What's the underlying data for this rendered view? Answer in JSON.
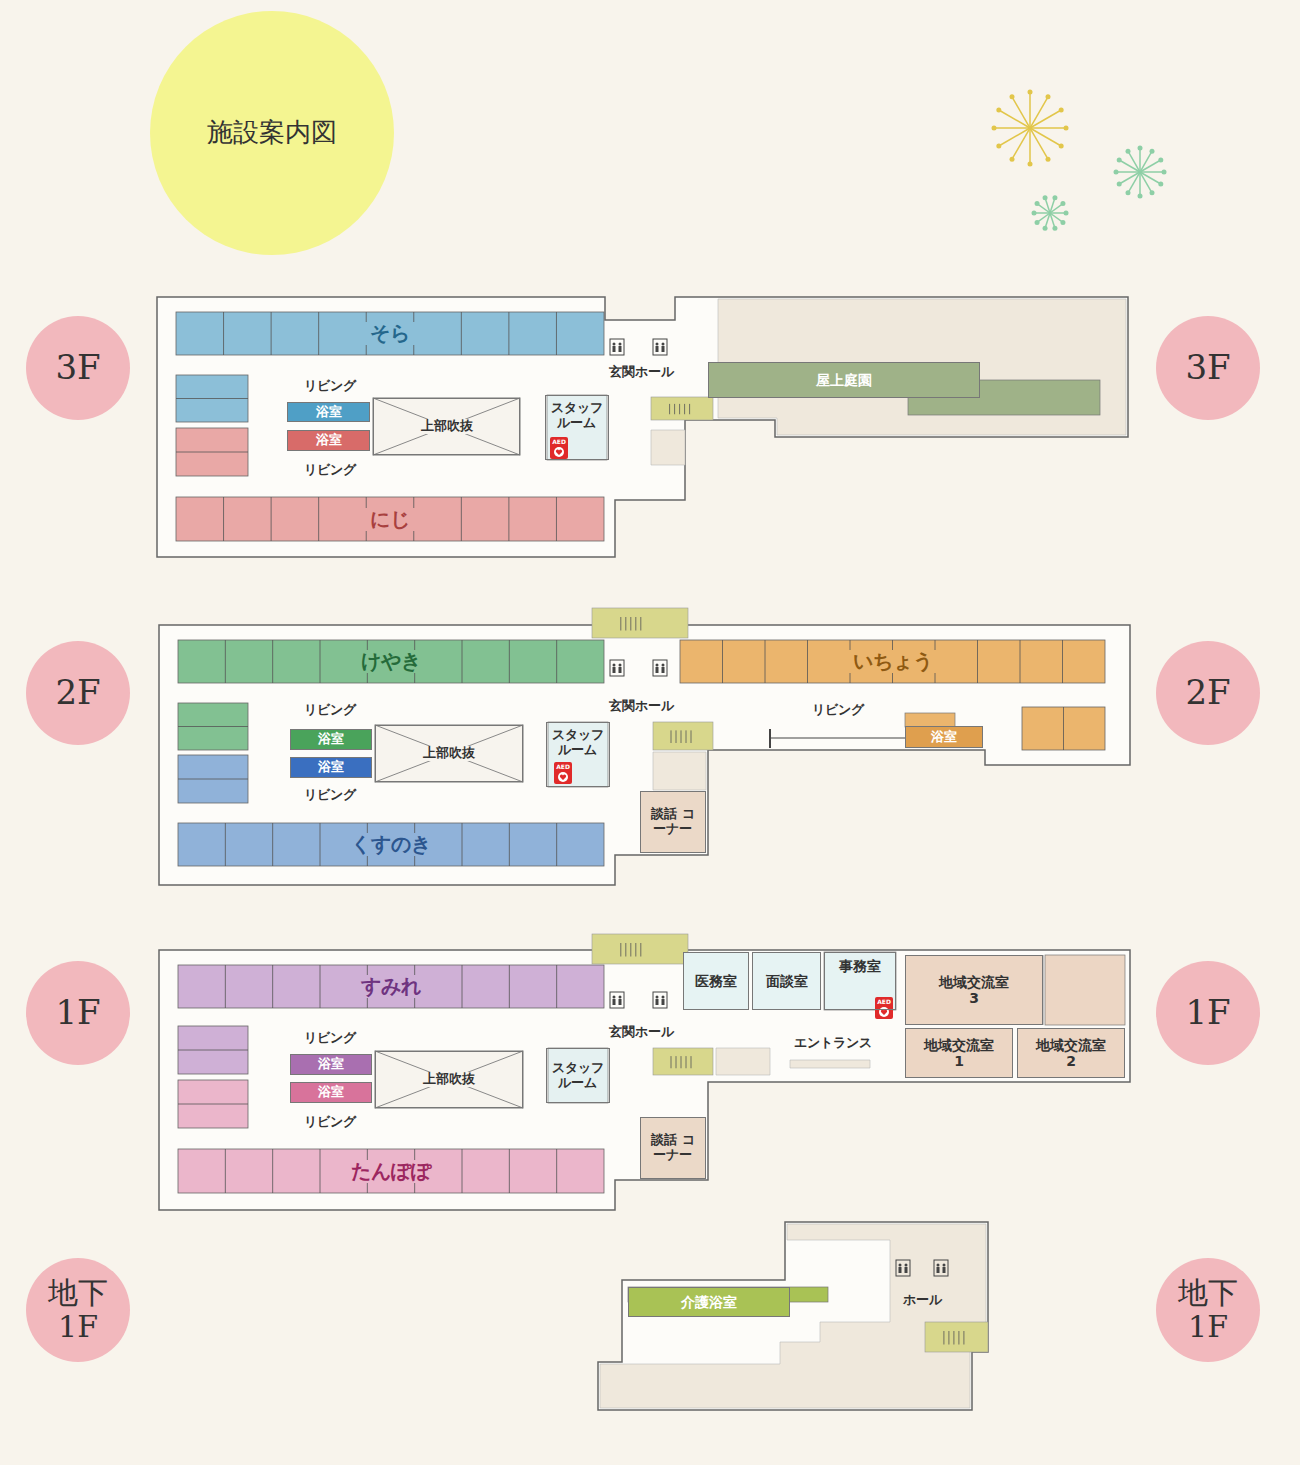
{
  "diagram": {
    "title": "施設案内図",
    "nodes": [
      {
        "text": [
          "施設案内図"
        ]
      },
      {
        "text": [
          "3F"
        ]
      },
      {
        "text": [
          "3F"
        ]
      },
      {
        "text": [
          "そら"
        ]
      },
      {
        "text": [
          "浴室"
        ]
      },
      {
        "text": [
          "浴室"
        ]
      },
      {
        "text": [
          "上部吹抜"
        ]
      },
      {
        "text": [
          "スタッフ ルーム"
        ]
      },
      {
        "text": [
          "屋上庭園"
        ]
      },
      {
        "text": [
          "にじ"
        ]
      },
      {
        "text": [
          "2F"
        ]
      },
      {
        "text": [
          "2F"
        ]
      },
      {
        "text": [
          "けやき"
        ]
      },
      {
        "text": [
          "いちょう"
        ]
      },
      {
        "text": [
          "浴室"
        ]
      },
      {
        "text": [
          "浴室"
        ]
      },
      {
        "text": [
          "上部吹抜"
        ]
      },
      {
        "text": [
          "スタッフ ルーム"
        ]
      },
      {
        "text": [
          "浴室"
        ]
      },
      {
        "text": [
          "談話 コーナー"
        ]
      },
      {
        "text": [
          "くすのき"
        ]
      },
      {
        "text": [
          "1F"
        ]
      },
      {
        "text": [
          "1F"
        ]
      },
      {
        "text": [
          "すみれ"
        ]
      },
      {
        "text": [
          "医務室"
        ]
      },
      {
        "text": [
          "面談室"
        ]
      },
      {
        "text": [
          "事務室"
        ]
      },
      {
        "text": [
          "地域交流室 3"
        ]
      },
      {
        "text": [
          "地域交流室 1"
        ]
      },
      {
        "text": [
          "地域交流室 2"
        ]
      },
      {
        "text": [
          "浴室"
        ]
      },
      {
        "text": [
          "浴室"
        ]
      },
      {
        "text": [
          "上部吹抜"
        ]
      },
      {
        "text": [
          "スタッフ ルーム"
        ]
      },
      {
        "text": [
          "談話 コーナー"
        ]
      },
      {
        "text": [
          "たんぽぽ"
        ]
      },
      {
        "text": [
          "地下 1F"
        ]
      },
      {
        "text": [
          "地下 1F"
        ]
      },
      {
        "text": [
          "介護浴室"
        ]
      }
    ],
    "labels": [
      "玄関ホール",
      "リビング",
      "リビング",
      "AED",
      "玄関ホール",
      "リビング",
      "リビング",
      "リビング",
      "AED",
      "玄関ホール",
      "エントランス",
      "リビング",
      "リビング",
      "AED",
      "ホール"
    ]
  }
}
